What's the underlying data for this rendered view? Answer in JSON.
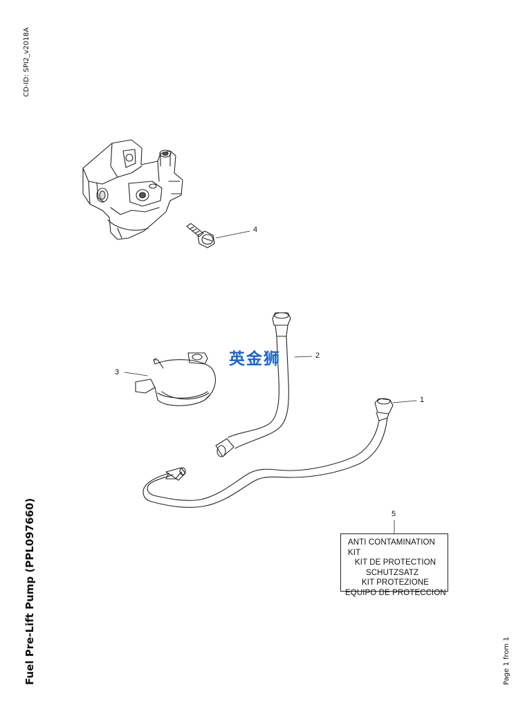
{
  "header": {
    "cd_id": "CD-ID: SPI2_v2018A"
  },
  "footer": {
    "title": "Fuel Pre-Lift Pump (PPL097660)",
    "page": "Page 1 from 1"
  },
  "callouts": {
    "c1": "1",
    "c2": "2",
    "c3": "3",
    "c4": "4",
    "c5": "5"
  },
  "kit_label": {
    "line1": "ANTI CONTAMINATION KIT",
    "line2": "KIT DE PROTECTION",
    "line3": "SCHUTZSATZ",
    "line4": "KIT PROTEZIONE",
    "line5": "EQUIPO DE PROTECCION"
  },
  "watermark": "英金狮",
  "colors": {
    "line": "#222222",
    "watermark": "#1f64c8"
  }
}
